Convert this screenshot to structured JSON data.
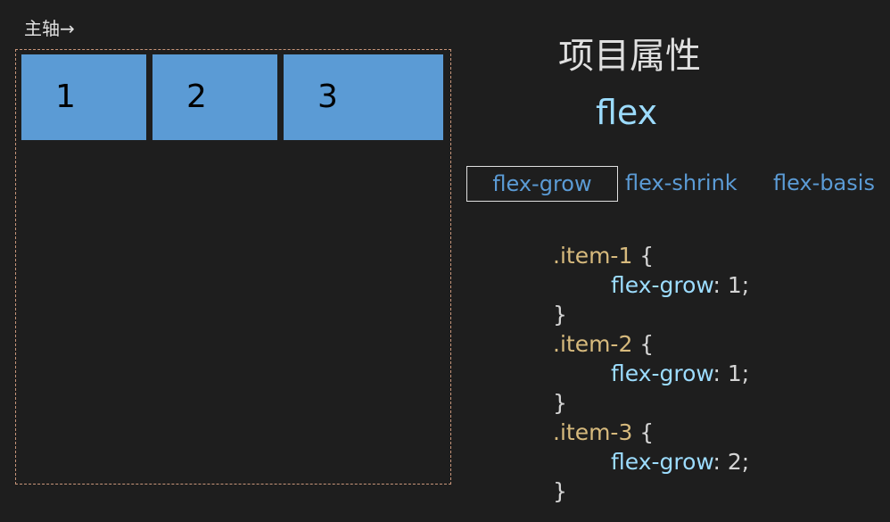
{
  "axis_label": "主轴→",
  "items": [
    "1",
    "2",
    "3"
  ],
  "title": "项目属性",
  "subtitle": "flex",
  "tabs": [
    {
      "label": "flex-grow",
      "active": true
    },
    {
      "label": "flex-shrink",
      "active": false
    },
    {
      "label": "flex-basis",
      "active": false
    }
  ],
  "code": [
    {
      "selector": ".item-1",
      "property": "flex-grow",
      "value": "1"
    },
    {
      "selector": ".item-2",
      "property": "flex-grow",
      "value": "1"
    },
    {
      "selector": ".item-3",
      "property": "flex-grow",
      "value": "2"
    }
  ],
  "colors": {
    "background": "#1e1e1e",
    "item": "#5b9bd5",
    "selector": "#d7ba7d",
    "property": "#9cdcfe"
  }
}
